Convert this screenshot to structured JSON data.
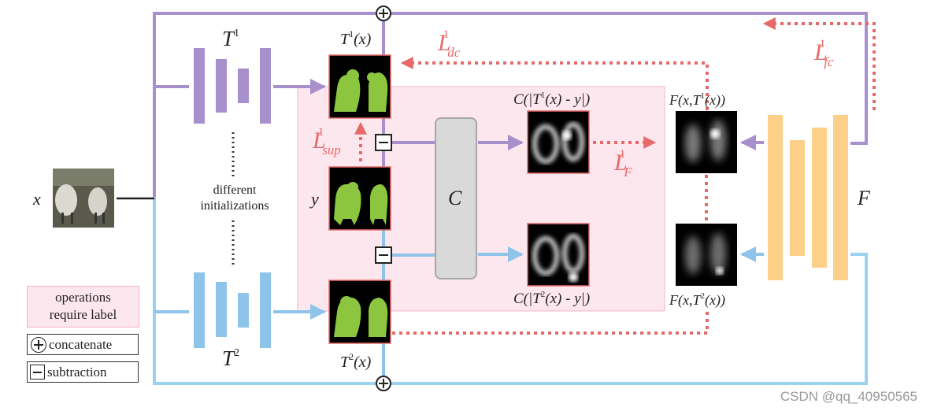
{
  "labels": {
    "x": "x",
    "T1": "T",
    "T1_sup": "1",
    "T2": "T",
    "T2_sup": "2",
    "T1x": "T",
    "T1x_sup": "1",
    "T1x_arg": "(x)",
    "T2x": "T",
    "T2x_sup": "2",
    "T2x_arg": "(x)",
    "y": "y",
    "C": "C",
    "F": "F",
    "C_top": "C(|T",
    "C_top_sup": "1",
    "C_top_tail": "(x) - y|)",
    "C_bot": "C(|T",
    "C_bot_sup": "2",
    "C_bot_tail": "(x) - y|)",
    "F_top": "F(x,T",
    "F_top_sup": "1",
    "F_top_tail": "(x))",
    "F_bot": "F(x,T",
    "F_bot_sup": "2",
    "F_bot_tail": "(x))",
    "different_line1": "different",
    "different_line2": "initializations"
  },
  "losses": {
    "dc": {
      "symbol": "L",
      "sub": "dc",
      "sup": "1"
    },
    "fc": {
      "symbol": "L",
      "sub": "fc",
      "sup": "1"
    },
    "sup": {
      "symbol": "L",
      "sub": "sup",
      "sup": "1"
    },
    "F": {
      "symbol": "L",
      "sub": "F",
      "sup": "1"
    }
  },
  "legend": {
    "require_line1": "operations",
    "require_line2": "require label",
    "concatenate": "concatenate",
    "subtraction": "subtraction"
  },
  "watermark": "CSDN @qq_40950565",
  "colors": {
    "purple": "#a890cc",
    "blue": "#8ec4ea",
    "orange": "#fdd08a",
    "red_dotted": "#e66a6a",
    "pink_region": "#fde7ee",
    "green_mask": "#8cc63f"
  }
}
